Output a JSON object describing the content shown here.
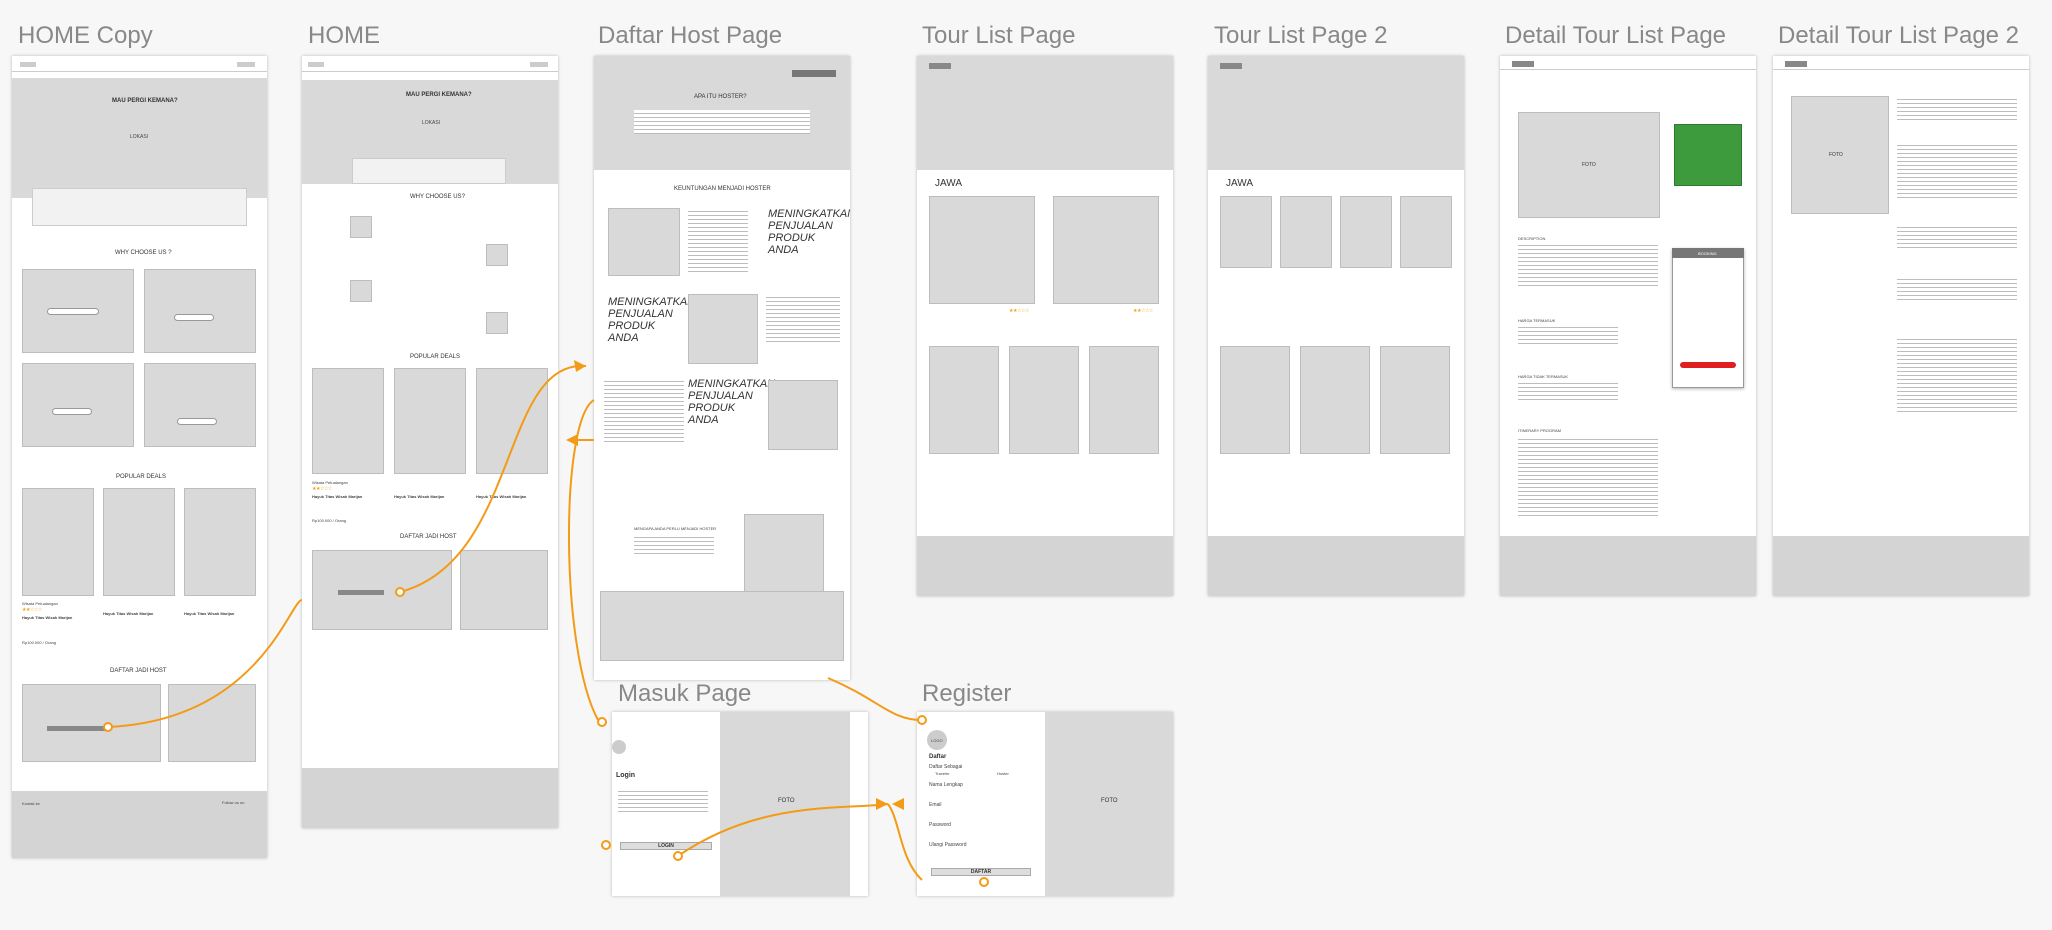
{
  "frames": {
    "home_copy": {
      "title": "HOME Copy",
      "hero": "MAU PERGI KEMANA?",
      "lokasi": "LOKASI",
      "why": "WHY CHOOSE US ?",
      "popular": "POPULAR DEALS",
      "daftar": "DAFTAR JADI HOST",
      "card_name": "Wisata Petualangan",
      "card_title": "Hayuk Titas Wisah Marijan",
      "card_price": "Rp100.000 / Orang",
      "footer_left": "Kontak ke",
      "footer_right": "Follow us on"
    },
    "home": {
      "title": "HOME",
      "hero": "MAU PERGI KEMANA?",
      "lokasi": "LOKASI",
      "why": "WHY CHOOSE US?",
      "popular": "POPULAR DEALS",
      "daftar": "DAFTAR JADI HOST",
      "card_name": "Wisata Petualangan",
      "card_title": "Hayuk Titas Wisah Marijan",
      "card_price": "Rp100.000 / Orang"
    },
    "daftar_host": {
      "title": "Daftar Host Page",
      "heading": "APA ITU HOSTER?",
      "keuntungan": "KEUNTUNGAN MENJADI HOSTER",
      "italic": "MENINGKATKAN PENJUALAN PRODUK ANDA",
      "menu": "MENGAPA ANDA PERLU MENJADI HOSTER"
    },
    "tour_list": {
      "title": "Tour List Page",
      "region": "JAWA"
    },
    "tour_list_2": {
      "title": "Tour List Page 2",
      "region": "JAWA"
    },
    "detail_tour": {
      "title": "Detail Tour List Page",
      "foto": "FOTO",
      "description": "DESCRIPTION",
      "harga_termasuk": "HARGA TERMASUK",
      "harga_tidak": "HARGA TIDAK TERMASUK",
      "itinerary": "ITINERARY PROGRAM",
      "booking": "BOOKING"
    },
    "detail_tour_2": {
      "title": "Detail Tour List Page 2",
      "foto": "FOTO"
    },
    "masuk": {
      "title": "Masuk Page",
      "foto": "FOTO",
      "login": "Login",
      "masuk_button": "LOGIN"
    },
    "register": {
      "title": "Register",
      "foto": "FOTO",
      "logo": "LOGO",
      "daftar": "Daftar",
      "sebagai": "Daftar Sebagai",
      "traveler": "Traveler",
      "hoster": "Hoster",
      "nama": "Nama Lengkap",
      "email": "Email",
      "password": "Password",
      "ulangi": "Ulangi Password",
      "daftar_button": "DAFTAR"
    }
  },
  "colors": {
    "arrow": "#f29b16",
    "accent_green": "#3d9b3d",
    "booking_red": "#e02020",
    "star": "#e8a317"
  }
}
